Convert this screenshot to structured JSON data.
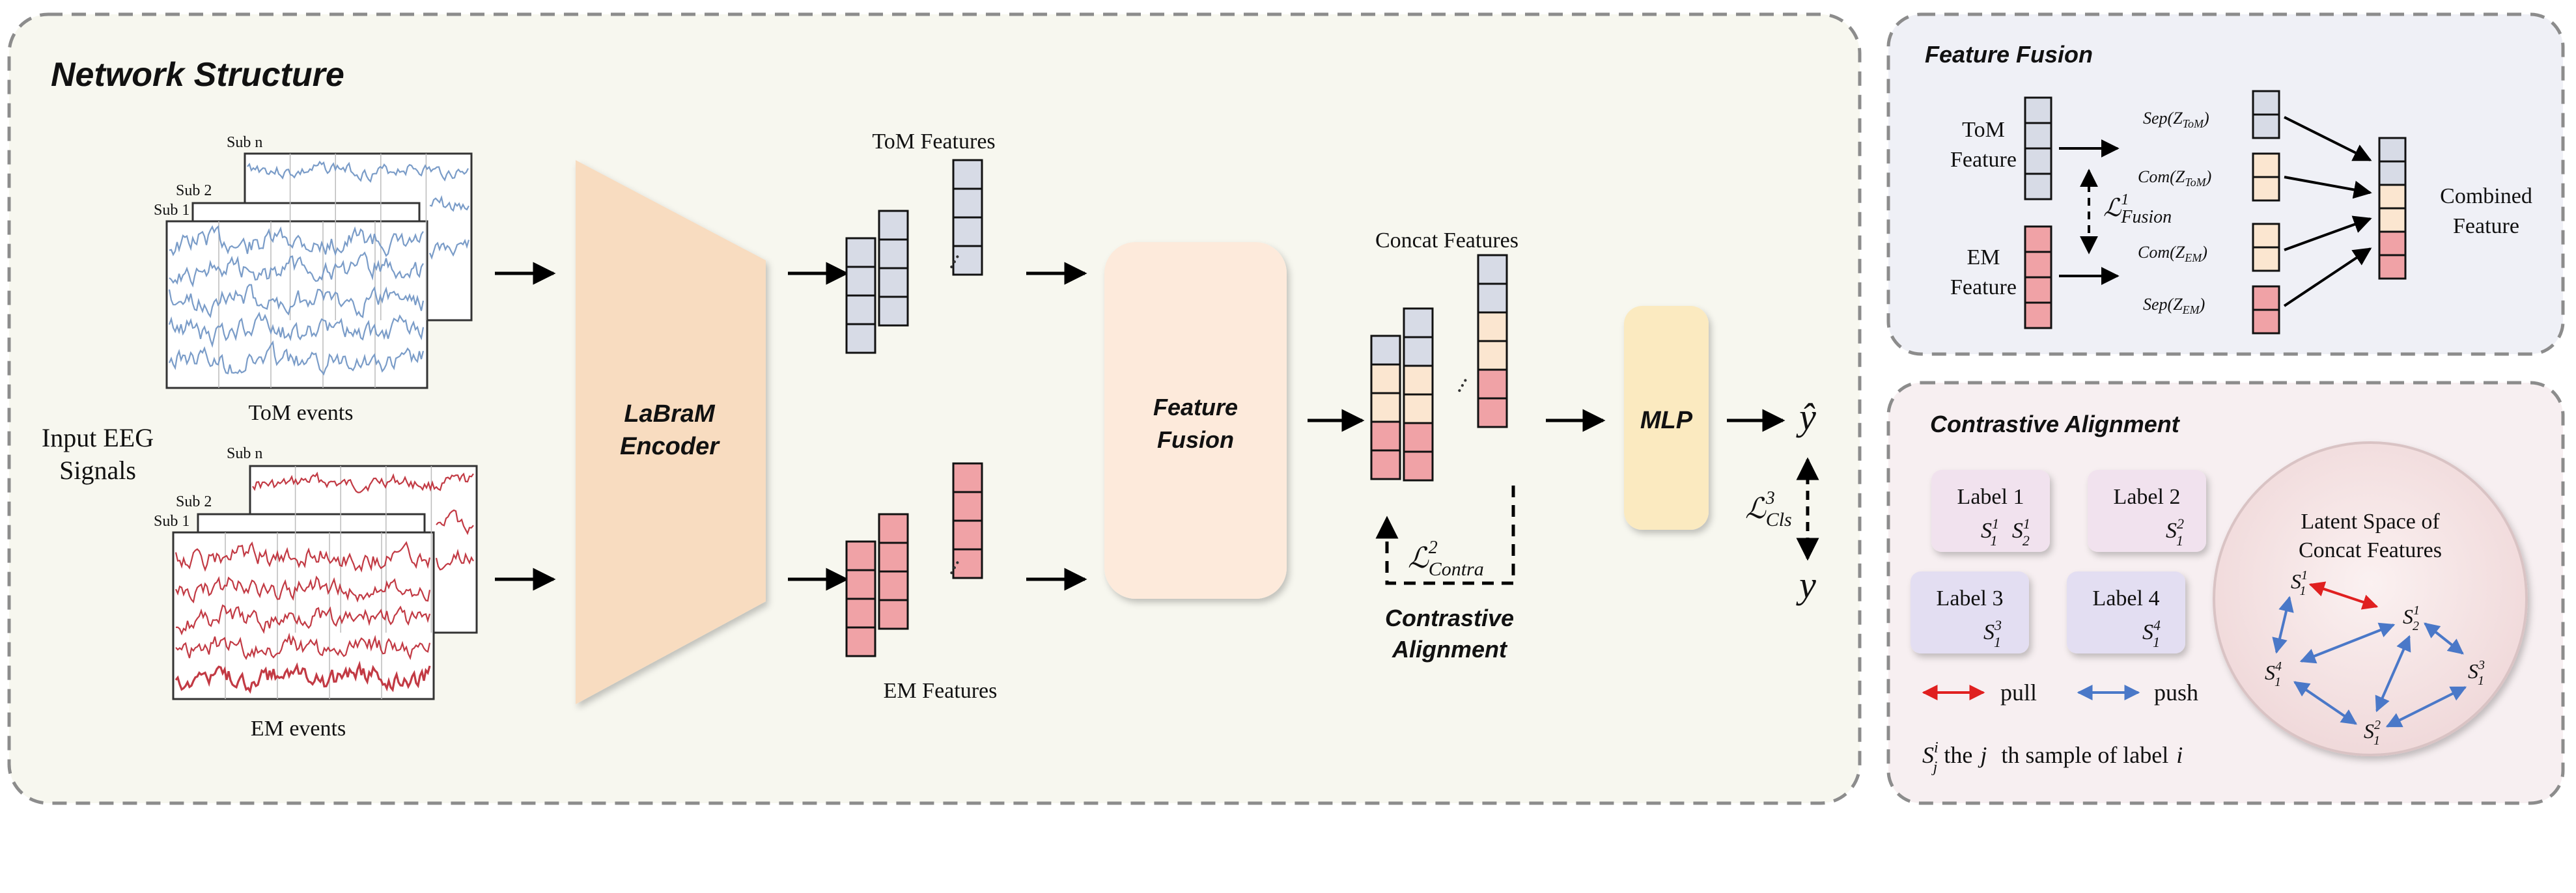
{
  "colors": {
    "panel_left": "#f7f7ef",
    "panel_fusion": "#eff0f6",
    "panel_contrastive": "#f7eff1",
    "panel_border": "#8c8c8c",
    "encoder": "#f8dcc0",
    "fusion_box": "#fdeadb",
    "mlp": "#fbeac0",
    "tom_cell": "#d7dbe6",
    "com_cell": "#fbe6d0",
    "em_cell": "#f0a2a6",
    "eeg_blue": "#7a9cc8",
    "eeg_red": "#c23a44",
    "pull": "#e02020",
    "push": "#4a78c8",
    "label12_bg": "#f1e2ee",
    "label34_bg": "#e3def2"
  },
  "network": {
    "title": "Network Structure",
    "input_label_line1": "Input EEG",
    "input_label_line2": "Signals",
    "sub_n": "Sub n",
    "sub_2": "Sub 2",
    "sub_1": "Sub 1",
    "tom_events": "ToM events",
    "em_events": "EM events",
    "encoder_line1": "LaBraM",
    "encoder_line2": "Encoder",
    "tom_features": "ToM Features",
    "em_features": "EM Features",
    "fusion_line1": "Feature",
    "fusion_line2": "Fusion",
    "concat_features": "Concat Features",
    "contrastive_line1": "Contrastive",
    "contrastive_line2": "Alignment",
    "mlp": "MLP",
    "ellipsis": "...",
    "y_hat": "ŷ",
    "y": "y",
    "loss_contra_base": "ℒ",
    "loss_contra_sup": "2",
    "loss_contra_sub": "Contra",
    "loss_cls_base": "ℒ",
    "loss_cls_sup": "3",
    "loss_cls_sub": "Cls"
  },
  "fusion_panel": {
    "title": "Feature Fusion",
    "tom_line1": "ToM",
    "tom_line2": "Feature",
    "em_line1": "EM",
    "em_line2": "Feature",
    "sep_tom": "Sep(Z",
    "sep_tom_sub": "ToM",
    "com_tom": "Com(Z",
    "com_tom_sub": "ToM",
    "com_em": "Com(Z",
    "com_em_sub": "EM",
    "sep_em": "Sep(Z",
    "sep_em_sub": "EM",
    "close_paren": ")",
    "loss_base": "ℒ",
    "loss_sup": "1",
    "loss_sub": "Fusion",
    "combined_line1": "Combined",
    "combined_line2": "Feature"
  },
  "contrastive_panel": {
    "title": "Contrastive Alignment",
    "labels": [
      {
        "name": "Label 1",
        "samples": [
          {
            "sup": "1",
            "sub": "1"
          },
          {
            "sup": "1",
            "sub": "2"
          }
        ]
      },
      {
        "name": "Label 2",
        "samples": [
          {
            "sup": "2",
            "sub": "1"
          }
        ]
      },
      {
        "name": "Label 3",
        "samples": [
          {
            "sup": "3",
            "sub": "1"
          }
        ]
      },
      {
        "name": "Label 4",
        "samples": [
          {
            "sup": "4",
            "sub": "1"
          }
        ]
      }
    ],
    "sample_letter": "S",
    "pull": "pull",
    "push": "push",
    "note_sup": "i",
    "note_sub": "j",
    "note_text_1": "the",
    "note_j": "j",
    "note_text_2": "th sample of label",
    "note_i": "i",
    "latent_line1": "Latent Space of",
    "latent_line2": "Concat Features",
    "latent_nodes": [
      {
        "id": "s11",
        "sup": "1",
        "sub": "1"
      },
      {
        "id": "s12",
        "sup": "1",
        "sub": "2"
      },
      {
        "id": "s41",
        "sup": "4",
        "sub": "1"
      },
      {
        "id": "s31",
        "sup": "3",
        "sub": "1"
      },
      {
        "id": "s21",
        "sup": "2",
        "sub": "1"
      }
    ]
  }
}
